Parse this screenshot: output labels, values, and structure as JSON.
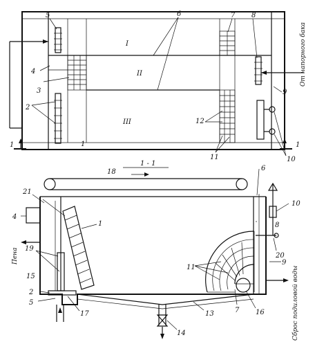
{
  "top_view": {
    "zone_labels": [
      "I",
      "II",
      "III"
    ],
    "callouts": [
      "5",
      "6",
      "7",
      "8",
      "4",
      "3",
      "2",
      "1",
      "12",
      "11",
      "10",
      "9"
    ],
    "side_text": "От напорного бака",
    "section_marks": [
      "1",
      "1"
    ]
  },
  "section_view": {
    "title": "1 - 1",
    "callouts": [
      "18",
      "21",
      "6",
      "4",
      "1",
      "10",
      "8",
      "19",
      "15",
      "20",
      "11",
      "2",
      "17",
      "5",
      "13",
      "7",
      "16",
      "9",
      "14"
    ],
    "left_text": "Пена",
    "right_text": "Сброс подиловой воды"
  }
}
